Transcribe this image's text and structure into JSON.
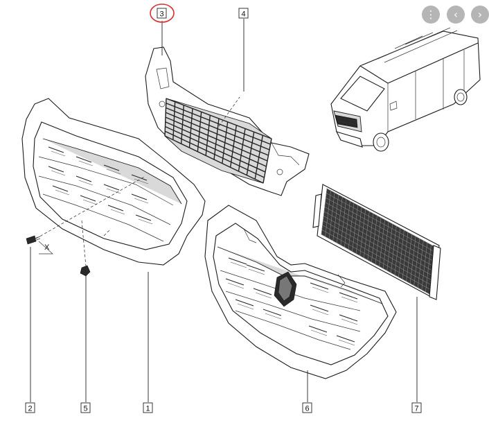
{
  "callouts": {
    "c1": "1",
    "c2": "2",
    "c3": "3",
    "c4": "4",
    "c5": "5",
    "c6": "6",
    "c7": "7"
  },
  "axis_marker": "X",
  "toolbar": {
    "more_icon": "⋮",
    "prev_icon": "‹",
    "next_icon": "›"
  },
  "colors": {
    "highlight_ring": "#d9302c",
    "line": "#222222"
  }
}
